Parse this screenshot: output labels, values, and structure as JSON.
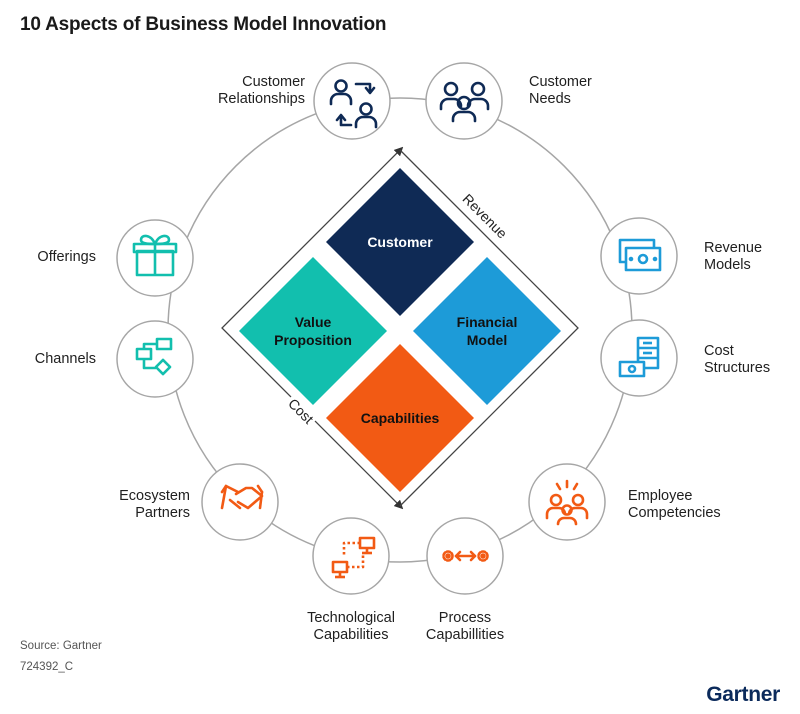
{
  "title": "10 Aspects of Business Model Innovation",
  "center": {
    "customer": "Customer",
    "value_proposition": [
      "Value",
      "Proposition"
    ],
    "financial_model": [
      "Financial",
      "Model"
    ],
    "capabilities": "Capabilities",
    "revenue": "Revenue",
    "cost": "Cost"
  },
  "aspects": {
    "customer_relationships": [
      "Customer",
      "Relationships"
    ],
    "customer_needs": [
      "Customer",
      "Needs"
    ],
    "offerings": [
      "Offerings"
    ],
    "revenue_models": [
      "Revenue",
      "Models"
    ],
    "channels": [
      "Channels"
    ],
    "cost_structures": [
      "Cost",
      "Structures"
    ],
    "ecosystem_partners": [
      "Ecosystem",
      "Partners"
    ],
    "employee_competencies": [
      "Employee",
      "Competencies"
    ],
    "technological_capabilities": [
      "Technological",
      "Capabilities"
    ],
    "process_capabilities": [
      "Process",
      "Capabillities"
    ]
  },
  "source": "Source: Gartner",
  "code": "724392_C",
  "logo": "Gartner",
  "colors": {
    "navy": "#0f2a55",
    "teal": "#12bfae",
    "blue": "#1d9bd8",
    "orange": "#f25a14",
    "ring": "#a6a6a6"
  },
  "icons": {
    "customer_relationships": "people-exchange-icon",
    "customer_needs": "group-icon",
    "offerings": "gift-icon",
    "revenue_models": "banknotes-icon",
    "channels": "flowchart-icon",
    "cost_structures": "server-cost-icon",
    "ecosystem_partners": "handshake-icon",
    "employee_competencies": "team-idea-icon",
    "technological_capabilities": "network-computers-icon",
    "process_capabilities": "gears-process-icon"
  }
}
